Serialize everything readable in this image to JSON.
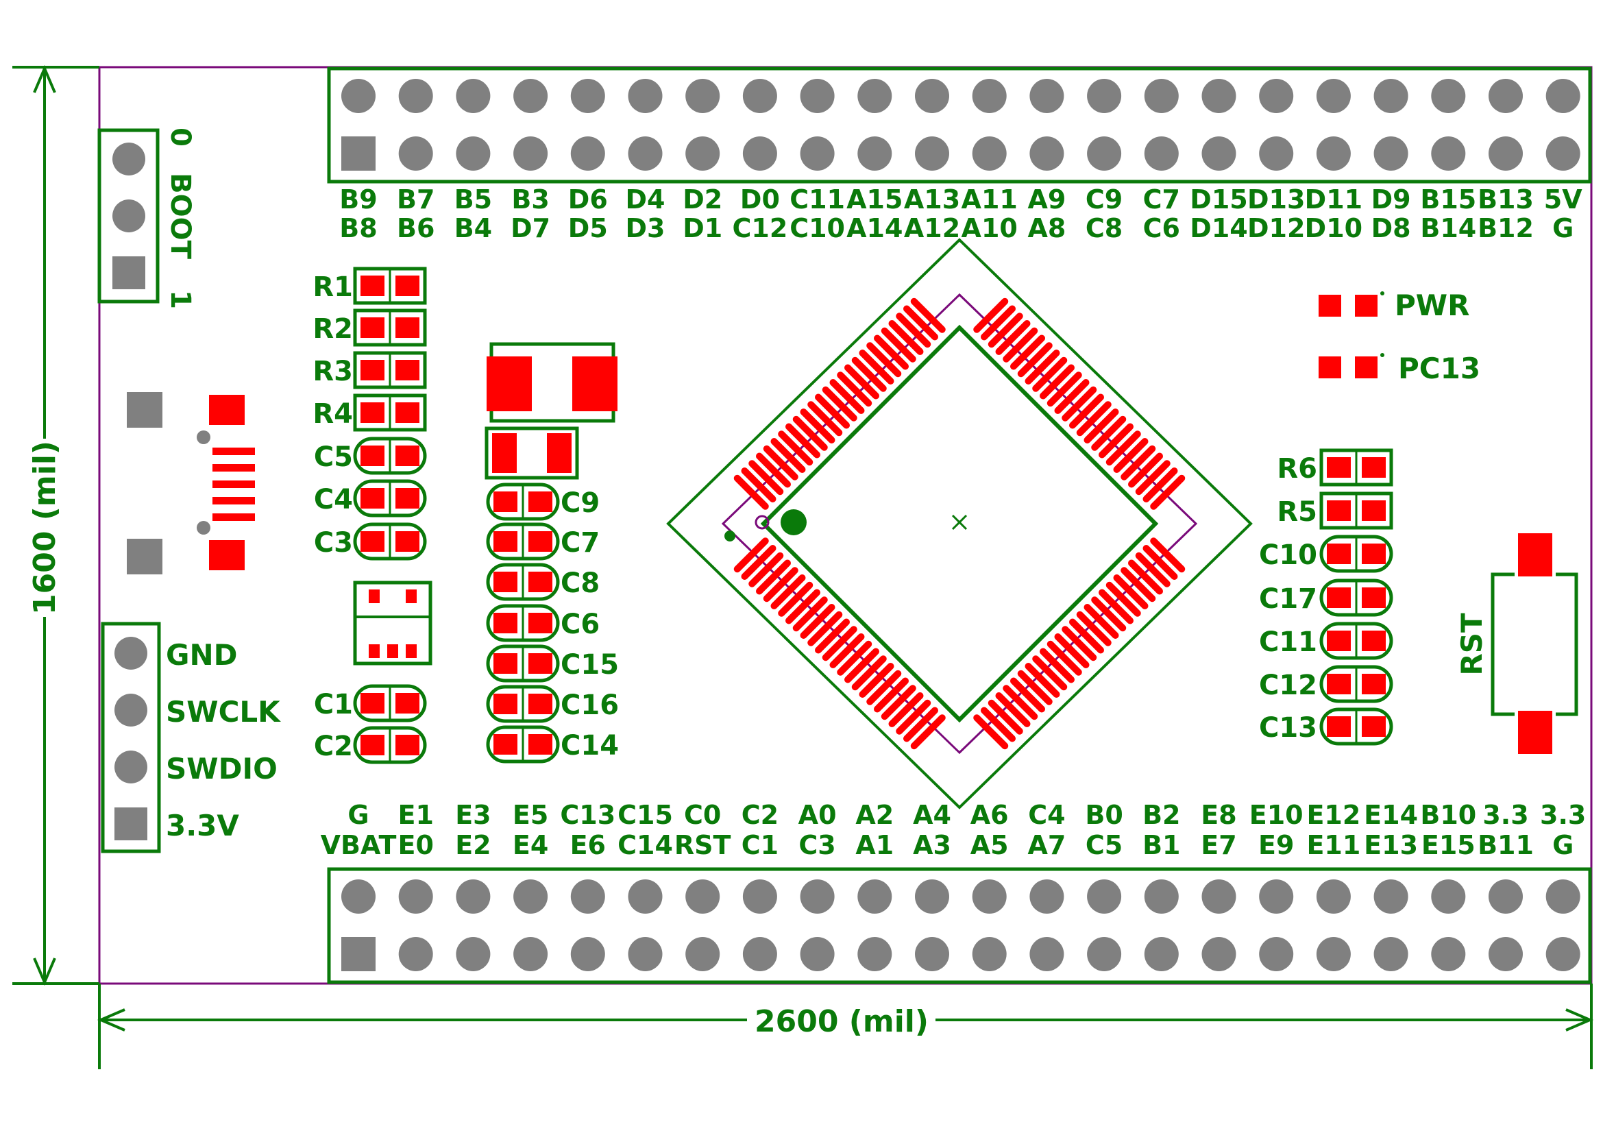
{
  "colors": {
    "silk": "#0a7a0a",
    "pad_red": "#ff0000",
    "hole_gray": "#808080",
    "outline_purple": "#7a0a7a",
    "background": "#ffffff"
  },
  "dimensions": {
    "width_label": "2600 (mil)",
    "height_label": "1600 (mil)"
  },
  "boot": {
    "title": "BOOT",
    "label_0": "0",
    "label_1": "1"
  },
  "swd": {
    "labels": [
      "GND",
      "SWCLK",
      "SWDIO",
      "3.3V"
    ]
  },
  "top_header": {
    "row1": [
      "B9",
      "B7",
      "B5",
      "B3",
      "D6",
      "D4",
      "D2",
      "D0",
      "C11",
      "A15",
      "A13",
      "A11",
      "A9",
      "C9",
      "C7",
      "D15",
      "D13",
      "D11",
      "D9",
      "B15",
      "B13",
      "5V"
    ],
    "row2": [
      "B8",
      "B6",
      "B4",
      "D7",
      "D5",
      "D3",
      "D1",
      "C12",
      "C10",
      "A14",
      "A12",
      "A10",
      "A8",
      "C8",
      "C6",
      "D14",
      "D12",
      "D10",
      "D8",
      "B14",
      "B12",
      "G"
    ]
  },
  "bottom_header": {
    "row1": [
      "G",
      "E1",
      "E3",
      "E5",
      "C13",
      "C15",
      "C0",
      "C2",
      "A0",
      "A2",
      "A4",
      "A6",
      "C4",
      "B0",
      "B2",
      "E8",
      "E10",
      "E12",
      "E14",
      "B10",
      "3.3",
      "3.3"
    ],
    "row2": [
      "VBAT",
      "E0",
      "E2",
      "E4",
      "E6",
      "C14",
      "RST",
      "C1",
      "C3",
      "A1",
      "A3",
      "A5",
      "A7",
      "C5",
      "B1",
      "E7",
      "E9",
      "E11",
      "E13",
      "E15",
      "B11",
      "G"
    ]
  },
  "left_components": [
    "R1",
    "R2",
    "R3",
    "R4",
    "C5",
    "C4",
    "C3"
  ],
  "left_caps_bottom": [
    "C1",
    "C2"
  ],
  "mid_caps": [
    "C9",
    "C7",
    "C8",
    "C6",
    "C15",
    "C16",
    "C14"
  ],
  "right_components": [
    "R6",
    "R5",
    "C10",
    "C17",
    "C11",
    "C12",
    "C13"
  ],
  "leds": [
    "PWR",
    "PC13"
  ],
  "button_label": "RST"
}
